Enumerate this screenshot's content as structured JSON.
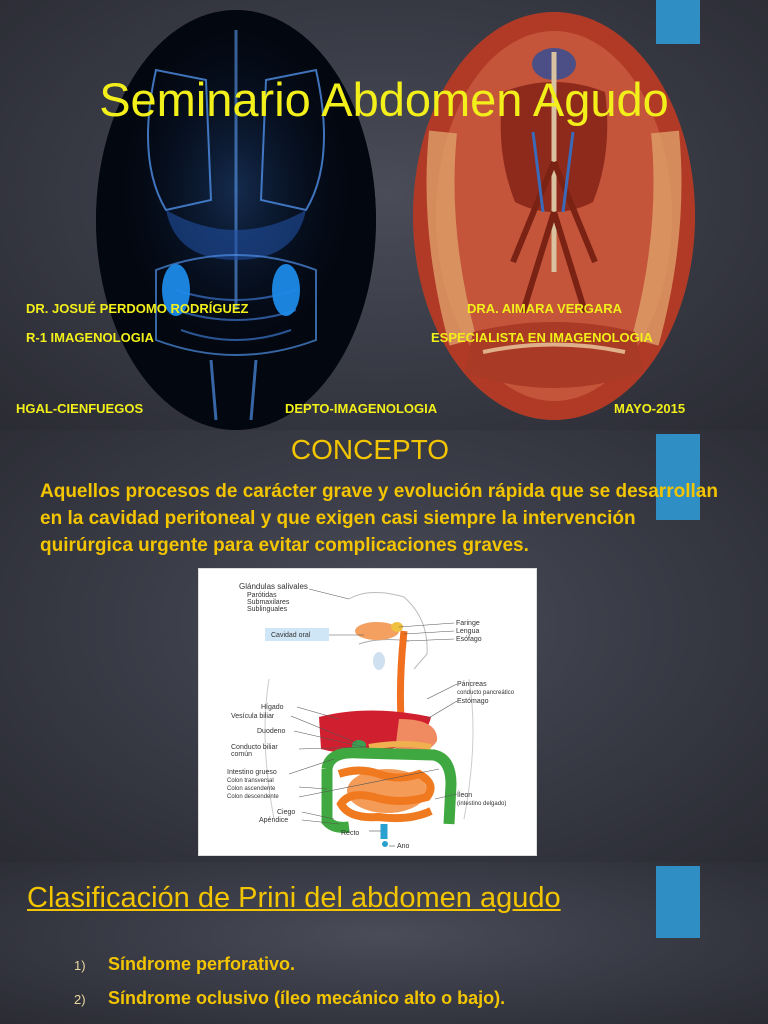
{
  "slide1": {
    "title": "Seminario Abdomen Agudo",
    "author_left_name": "DR. JOSUÉ PERDOMO RODRÍGUEZ",
    "author_left_role": "R-1 IMAGENOLOGIA",
    "author_right_name": "DRA. AIMARA VERGARA",
    "author_right_role": "ESPECIALISTA EN IMAGENOLOGIA",
    "footer_left": "HGAL-CIENFUEGOS",
    "footer_center": "DEPTO-IMAGENOLOGIA",
    "footer_right": "MAYO-2015"
  },
  "slide2": {
    "heading": "CONCEPTO",
    "text": "Aquellos procesos de carácter grave y evolución rápida que se desarrollan en la cavidad peritoneal y que exigen casi siempre la intervención quirúrgica urgente para evitar complicaciones graves.",
    "diagram_labels": {
      "glandulas": "Glándulas salivales",
      "parotidas": "Parótidas",
      "submaxilares": "Submaxilares",
      "sublinguales": "Sublinguales",
      "cavidad": "Cavidad oral",
      "faringe": "Faringe",
      "lengua": "Lengua",
      "esofago": "Esófago",
      "pancreas": "Páncreas",
      "conducto_pancreatico": "conducto pancreático",
      "estomago": "Estómago",
      "higado": "Hígado",
      "vesicula": "Vesícula biliar",
      "duodeno": "Duodeno",
      "conducto_biliar": "Conducto biliar",
      "comun": "común",
      "intestino_grueso": "Intestino grueso",
      "colon_transverso": "Colon transversal",
      "colon_ascendente": "Colon ascendente",
      "colon_descendente": "Colon descendente",
      "ileon": "Íleon",
      "intestino_delgado": "(intestino delgado)",
      "ciego": "Ciego",
      "apendice": "Apéndice",
      "recto": "Recto",
      "ano": "Ano"
    }
  },
  "slide3": {
    "heading": "Clasificación de Prini del abdomen agudo",
    "items": [
      {
        "num": "1)",
        "text": "Síndrome perforativo."
      },
      {
        "num": "2)",
        "text": "Síndrome oclusivo (íleo mecánico alto o bajo)."
      }
    ]
  },
  "colors": {
    "title_yellow": "#f2ef1a",
    "gold": "#f3c400",
    "accent_blue": "#2f8fc4",
    "slide_bg": "#3a3c47"
  }
}
